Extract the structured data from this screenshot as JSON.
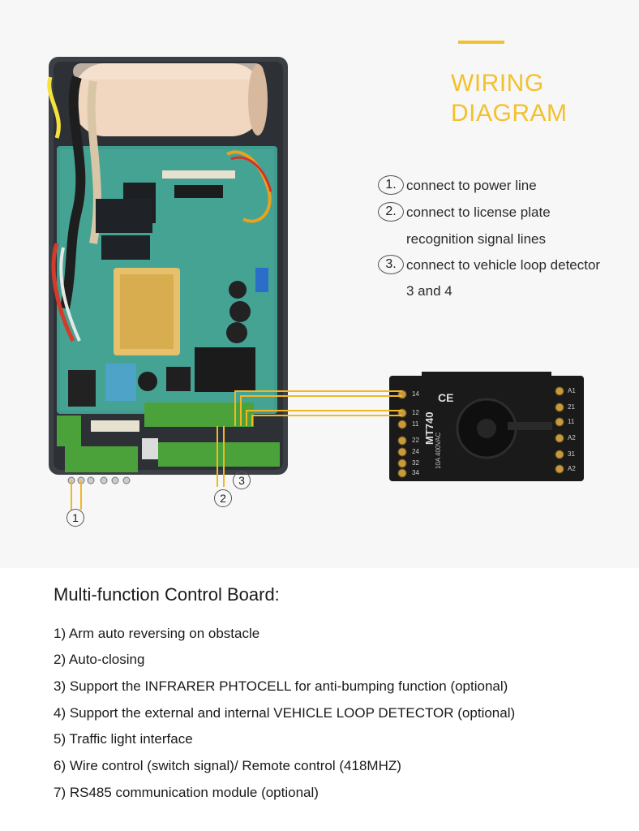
{
  "title": {
    "line1": "WIRING",
    "line2": "DIAGRAM",
    "color": "#f2c12e"
  },
  "notes": [
    {
      "number": "1.",
      "text": "connect to power line"
    },
    {
      "number": "2.",
      "text": "connect to license plate",
      "continuation": "recognition signal lines"
    },
    {
      "number": "3.",
      "text": "connect to vehicle loop detector",
      "continuation": "3 and 4"
    }
  ],
  "callouts": [
    "1",
    "2",
    "3"
  ],
  "relay": {
    "model": "MT740",
    "rating": "10A 400VAC",
    "mark": "CE",
    "left_pins": [
      "14",
      "12",
      "11",
      "22",
      "24",
      "32",
      "34"
    ],
    "right_pins": [
      "A1",
      "21",
      "11",
      "A2",
      "31",
      "A2"
    ]
  },
  "wire_color": "#f2b824",
  "features": {
    "heading": "Multi-function Control Board:",
    "items": [
      "1) Arm auto reversing on obstacle",
      "2) Auto-closing",
      "3) Support the INFRARER PHTOCELL for anti-bumping function (optional)",
      "4) Support the external and internal VEHICLE LOOP DETECTOR (optional)",
      "5) Traffic light interface",
      "6) Wire control (switch signal)/ Remote control (418MHZ)",
      "7) RS485 communication module (optional)"
    ]
  }
}
